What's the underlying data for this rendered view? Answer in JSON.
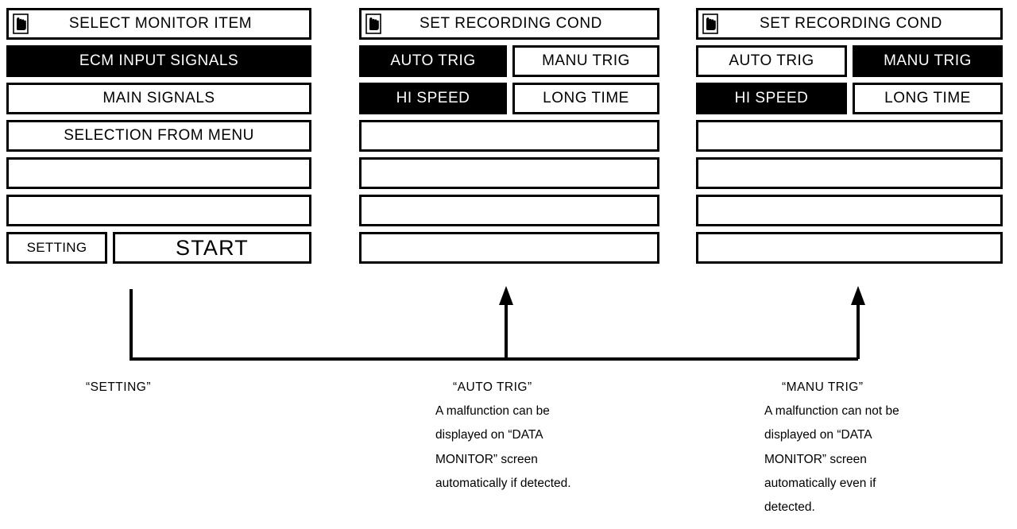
{
  "screens": [
    {
      "id": "select-monitor-item",
      "header": {
        "icon": "hand-pointer-icon",
        "label": "SELECT MONITOR ITEM"
      },
      "rows": [
        {
          "cells": [
            {
              "label": "ECM INPUT SIGNALS",
              "selected": true
            }
          ]
        },
        {
          "cells": [
            {
              "label": "MAIN SIGNALS",
              "selected": false
            }
          ]
        },
        {
          "cells": [
            {
              "label": "SELECTION FROM MENU",
              "selected": false
            }
          ]
        },
        {
          "cells": [
            {
              "label": "",
              "selected": false
            }
          ]
        },
        {
          "cells": [
            {
              "label": "",
              "selected": false
            }
          ]
        }
      ],
      "actions": {
        "setting_label": "SETTING",
        "start_label": "START"
      }
    },
    {
      "id": "set-recording-cond-auto",
      "header": {
        "icon": "hand-pointer-icon",
        "label": "SET RECORDING COND"
      },
      "rows": [
        {
          "cells": [
            {
              "label": "AUTO TRIG",
              "selected": true
            },
            {
              "label": "MANU TRIG",
              "selected": false
            }
          ]
        },
        {
          "cells": [
            {
              "label": "HI SPEED",
              "selected": true
            },
            {
              "label": "LONG TIME",
              "selected": false
            }
          ]
        },
        {
          "cells": [
            {
              "label": "",
              "selected": false
            }
          ]
        },
        {
          "cells": [
            {
              "label": "",
              "selected": false
            }
          ]
        },
        {
          "cells": [
            {
              "label": "",
              "selected": false
            }
          ]
        },
        {
          "cells": [
            {
              "label": "",
              "selected": false
            }
          ]
        }
      ]
    },
    {
      "id": "set-recording-cond-manu",
      "header": {
        "icon": "hand-pointer-icon",
        "label": "SET RECORDING COND"
      },
      "rows": [
        {
          "cells": [
            {
              "label": "AUTO TRIG",
              "selected": false
            },
            {
              "label": "MANU TRIG",
              "selected": true
            }
          ]
        },
        {
          "cells": [
            {
              "label": "HI SPEED",
              "selected": true
            },
            {
              "label": "LONG TIME",
              "selected": false
            }
          ]
        },
        {
          "cells": [
            {
              "label": "",
              "selected": false
            }
          ]
        },
        {
          "cells": [
            {
              "label": "",
              "selected": false
            }
          ]
        },
        {
          "cells": [
            {
              "label": "",
              "selected": false
            }
          ]
        },
        {
          "cells": [
            {
              "label": "",
              "selected": false
            }
          ]
        }
      ]
    }
  ],
  "captions": {
    "setting": {
      "title": "“SETTING”",
      "body": ""
    },
    "auto_trig": {
      "title": "“AUTO  TRIG”",
      "body": "A malfunction can be\ndisplayed on “DATA\nMONITOR” screen\nautomatically if detected."
    },
    "manu_trig": {
      "title": "“MANU  TRIG”",
      "body": "A malfunction can not be\ndisplayed on “DATA\nMONITOR” screen\nautomatically even if\ndetected."
    }
  },
  "colors": {
    "ink": "#000000",
    "paper": "#ffffff",
    "selected_background": "#000000",
    "selected_text": "#ffffff"
  }
}
